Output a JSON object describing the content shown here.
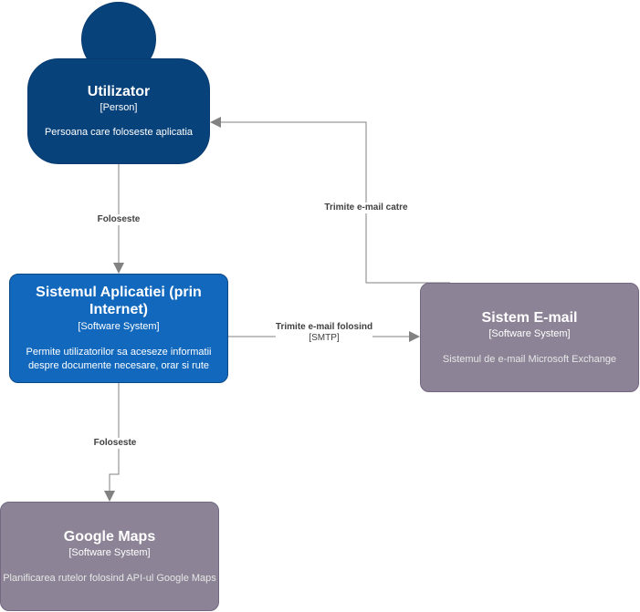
{
  "nodes": {
    "user": {
      "title": "Utilizator",
      "tag": "[Person]",
      "description": "Persoana care foloseste aplicatia"
    },
    "app": {
      "title": "Sistemul Aplicatiei (prin Internet)",
      "tag": "[Software System]",
      "description": "Permite utilizatorilor sa aceseze informatii despre documente necesare, orar si rute"
    },
    "email": {
      "title": "Sistem E-mail",
      "tag": "[Software System]",
      "description": "Sistemul de e-mail Microsoft Exchange"
    },
    "maps": {
      "title": "Google Maps",
      "tag": "[Software System]",
      "description": "Planificarea rutelor folosind API-ul Google Maps"
    }
  },
  "edges": {
    "user_to_app": {
      "label": "Foloseste"
    },
    "app_to_email": {
      "label": "Trimite e-mail folosind",
      "technology": "[SMTP]"
    },
    "email_to_user": {
      "label": "Trimite e-mail catre"
    },
    "app_to_maps": {
      "label": "Foloseste"
    }
  },
  "colors": {
    "person": "#08427b",
    "internal_system": "#1168bd",
    "external_system": "#8c8496",
    "edge": "#828282"
  }
}
